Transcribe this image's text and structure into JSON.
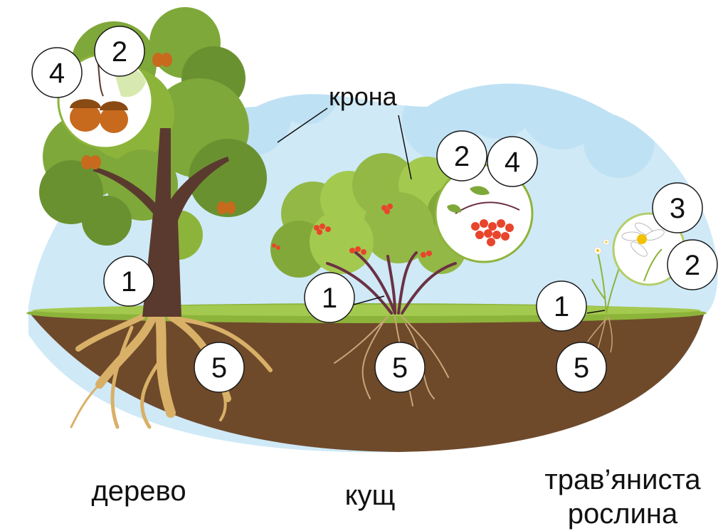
{
  "crown_label": "крона",
  "plants": [
    {
      "name": "дерево",
      "kind": "tree"
    },
    {
      "name": "кущ",
      "kind": "shrub"
    },
    {
      "name_line1": "трав’яниста",
      "name_line2": "рослина",
      "kind": "herb"
    }
  ],
  "markers": {
    "tree_fruit_left": "4",
    "tree_fruit_top": "2",
    "tree_stem": "1",
    "tree_root": "5",
    "shrub_fruit_left": "2",
    "shrub_fruit_right": "4",
    "shrub_stem": "1",
    "shrub_root": "5",
    "herb_flower": "3",
    "herb_leaf": "2",
    "herb_stem": "1",
    "herb_root": "5"
  },
  "colors": {
    "sky": "#cfe9f7",
    "cloud": "#bfe1f4",
    "ground": "#6e4a2b",
    "grass": "#8db43a",
    "trunk": "#5a3a2e",
    "tree_foliage": "#7fa83a",
    "tree_foliage_dark": "#6a9130",
    "shrub_foliage": "#93b845",
    "root": "#d9b067",
    "berry": "#e8452c",
    "acorn": "#c76a1e"
  }
}
